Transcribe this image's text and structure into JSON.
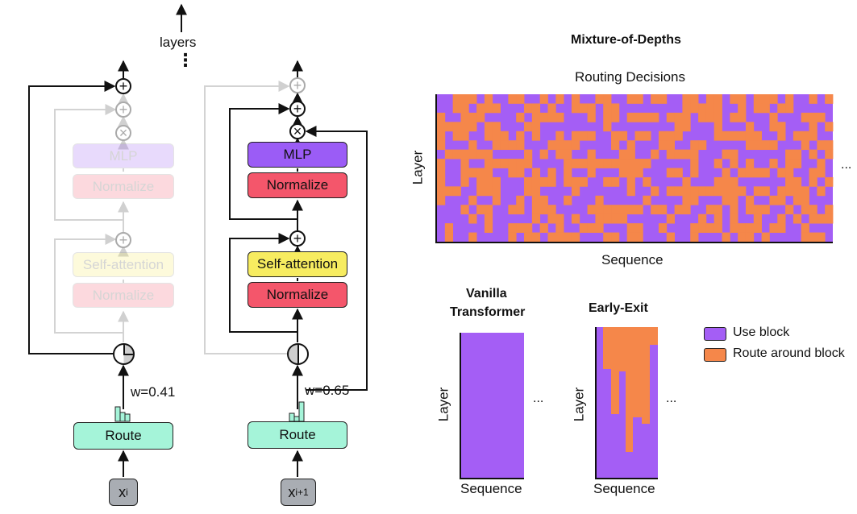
{
  "diagram": {
    "layers_label": "layers",
    "ellipsis": "⋮",
    "left_block": {
      "mlp": "MLP",
      "normalize_top": "Normalize",
      "self_attention": "Self-attention",
      "normalize_bottom": "Normalize",
      "router_weight": "w=0.41",
      "route": "Route",
      "token_base": "x",
      "token_sub": "i"
    },
    "right_block": {
      "mlp": "MLP",
      "normalize_top": "Normalize",
      "self_attention": "Self-attention",
      "normalize_bottom": "Normalize",
      "router_weight": "w=0.65",
      "route": "Route",
      "token_base": "x",
      "token_sub": "i+1"
    },
    "plus": "⊕",
    "times": "⊗"
  },
  "mod_panel": {
    "title": "Mixture-of-Depths",
    "subtitle": "Routing Decisions",
    "ylabel": "Layer",
    "xlabel": "Sequence",
    "more": "..."
  },
  "vanilla_panel": {
    "title_line1": "Vanilla",
    "title_line2": "Transformer",
    "ylabel": "Layer",
    "xlabel": "Sequence",
    "more": "..."
  },
  "early_exit_panel": {
    "title": "Early-Exit",
    "ylabel": "Layer",
    "xlabel": "Sequence",
    "more": "..."
  },
  "legend": {
    "use_block": "Use block",
    "route_around": "Route around block"
  },
  "colors": {
    "use_block": "#a45ef5",
    "route_around": "#f5874a",
    "mlp": "#9b5cf6",
    "normalize": "#f4566b",
    "self_attention": "#f7ec60",
    "route": "#a5f4d9",
    "token": "#a9adb3"
  }
}
